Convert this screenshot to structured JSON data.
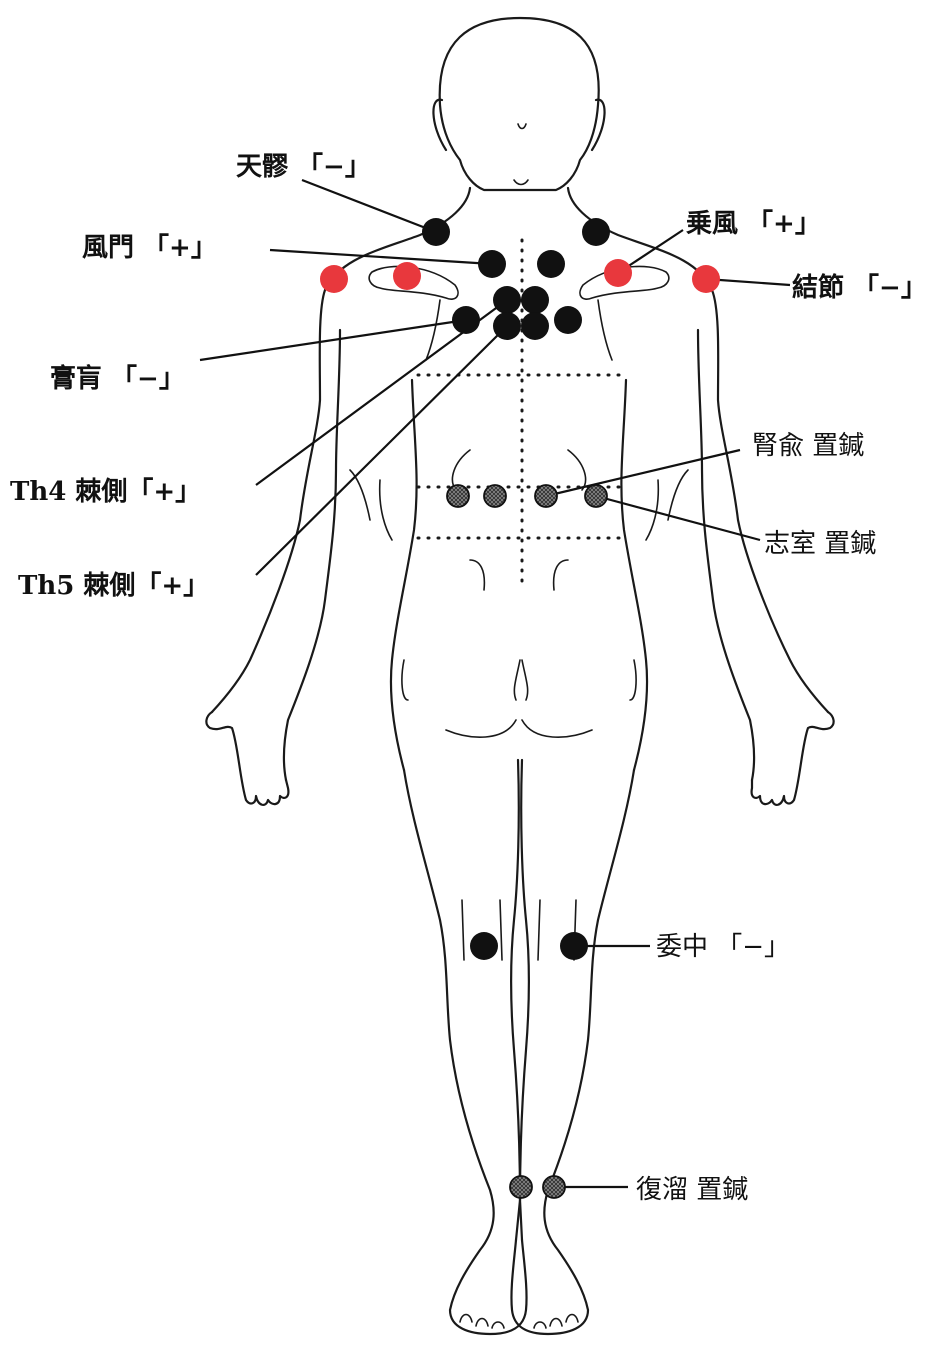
{
  "labels": {
    "tianliao": "天髎 「−」",
    "fengmen": "風門 「+」",
    "gaohuang": "膏肓 「−」",
    "th4": "Th4 棘側「+」",
    "th5": "Th5 棘側「+」",
    "bingfeng": "乗風 「+」",
    "jiejie": "結節 「−」",
    "shenshu": "腎兪 置鍼",
    "zhishi": "志室 置鍼",
    "weizhong": "委中 「−」",
    "fuliu": "復溜 置鍼"
  },
  "colors": {
    "black_point": "#111111",
    "red_point": "#e8383d",
    "needle_point": "#8a8a8a"
  }
}
